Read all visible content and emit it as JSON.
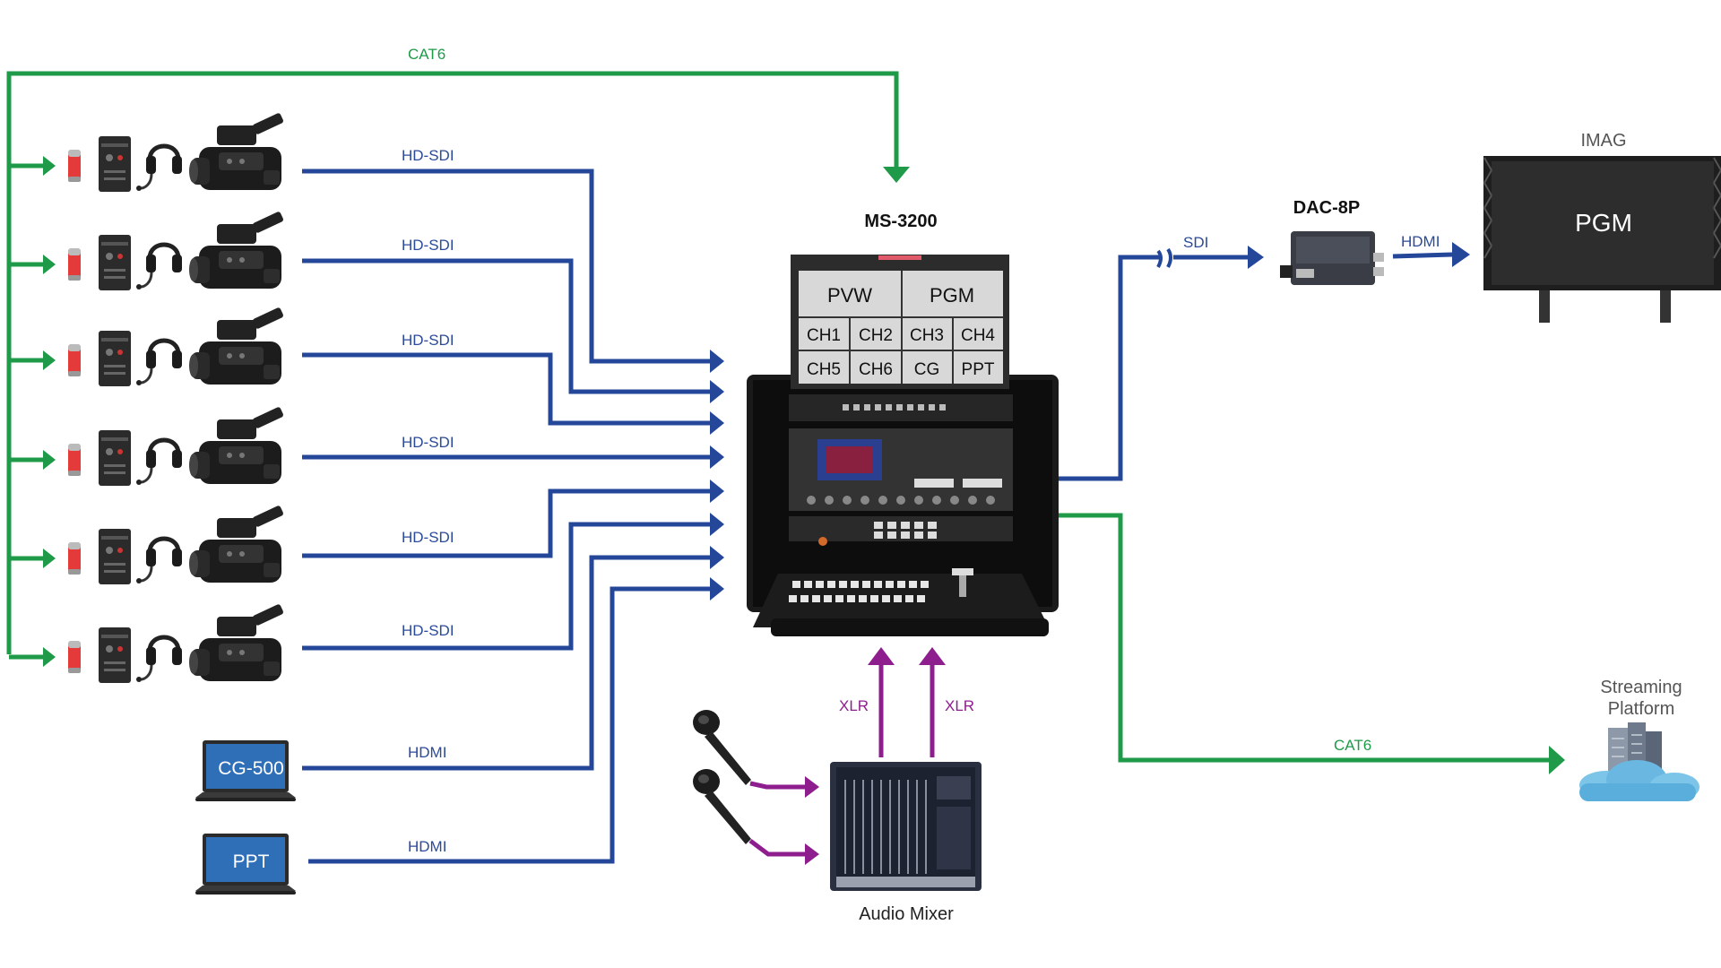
{
  "colors": {
    "cat6": "#1e9a48",
    "sdi": "#24479a",
    "xlr": "#8e1e8e"
  },
  "links": {
    "cat6_top": "CAT6",
    "hdsdi": [
      "HD-SDI",
      "HD-SDI",
      "HD-SDI",
      "HD-SDI",
      "HD-SDI",
      "HD-SDI"
    ],
    "hdmi_inputs": [
      "HDMI",
      "HDMI"
    ],
    "sdi_out": "SDI",
    "hdmi_out": "HDMI",
    "cat6_stream": "CAT6",
    "xlr": [
      "XLR",
      "XLR"
    ]
  },
  "devices": {
    "laptops": [
      "CG-500",
      "PPT"
    ],
    "switcher_name": "MS-3200",
    "converter_name": "DAC-8P",
    "monitor_label": "IMAG",
    "monitor_screen": "PGM",
    "streaming_line1": "Streaming",
    "streaming_line2": "Platform",
    "mixer_name": "Audio Mixer"
  },
  "multiview": {
    "top": [
      "PVW",
      "PGM"
    ],
    "row1": [
      "CH1",
      "CH2",
      "CH3",
      "CH4"
    ],
    "row2": [
      "CH5",
      "CH6",
      "CG",
      "PPT"
    ]
  },
  "icons": [
    "camera-icon",
    "headset-icon",
    "intercom-beltpack-icon",
    "tally-light-icon",
    "laptop-icon",
    "microphone-icon",
    "cloud-server-icon",
    "monitor-icon",
    "converter-icon",
    "audio-mixer-icon"
  ]
}
